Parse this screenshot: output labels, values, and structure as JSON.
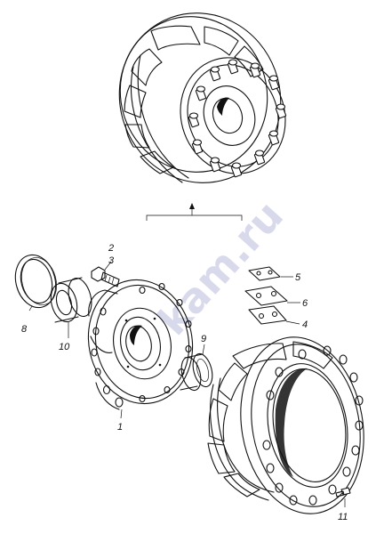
{
  "corner_mark": "",
  "watermark": "kam.ru",
  "callouts": [
    {
      "id": "c1",
      "label": "1"
    },
    {
      "id": "c2",
      "label": "2"
    },
    {
      "id": "c3",
      "label": "3"
    },
    {
      "id": "c4",
      "label": "4"
    },
    {
      "id": "c5",
      "label": "5"
    },
    {
      "id": "c6",
      "label": "6"
    },
    {
      "id": "c8",
      "label": "8"
    },
    {
      "id": "c9",
      "label": "9"
    },
    {
      "id": "c10",
      "label": "10"
    },
    {
      "id": "c11",
      "label": "11"
    }
  ]
}
